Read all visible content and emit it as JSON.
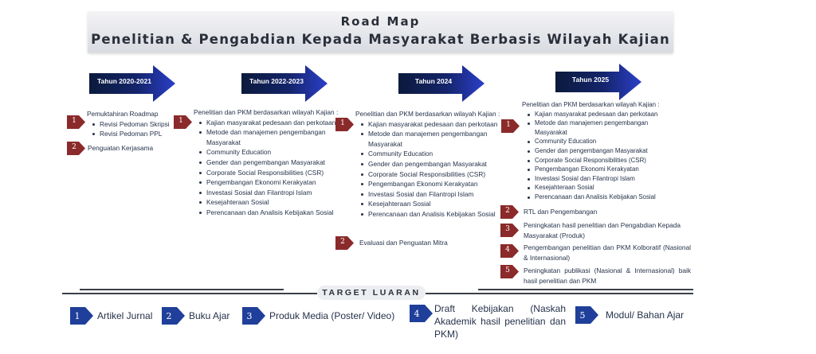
{
  "title": {
    "line1": "Road Map",
    "line2": "Penelitian & Pengabdian Kepada Masyarakat Berbasis Wilayah Kajian"
  },
  "colors": {
    "arrow_dark": "#0b1a3c",
    "arrow_blue": "#2b3fc9",
    "badge_red": "#8b2a2a",
    "badge_blue": "#1f3f9a"
  },
  "years": [
    "Tahun 2020-2021",
    "Tahun 2022-2023",
    "Tahun 2024",
    "Tahun 2025"
  ],
  "columns": [
    {
      "intro": "Pemuktahiran Roadmap",
      "items": [
        "Revisi Pedoman Skripsi",
        "Revisi Pedoman PPL"
      ],
      "extras": [
        "Penguatan Kerjasama"
      ]
    },
    {
      "intro": "Penelitian dan PKM berdasarkan wilayah Kajian :",
      "items": [
        "Kajian masyarakat pedesaan dan perkotaan",
        "Metode dan manajemen pengembangan Masyarakat",
        "Community Education",
        "Gender dan pengembangan Masyarakat",
        "Corporate Social Responsibilities (CSR)",
        "Pengembangan Ekonomi Kerakyatan",
        "Investasi Sosial dan Filantropi Islam",
        "Kesejahteraan Sosial",
        "Perencanaan dan Analisis Kebijakan Sosial"
      ],
      "extras": []
    },
    {
      "intro": "Penelitian dan PKM berdasarkan wilayah Kajian :",
      "items": [
        "Kajian masyarakat pedesaan dan perkotaan",
        "Metode dan manajemen pengembangan Masyarakat",
        "Community Education",
        "Gender dan pengembangan Masyarakat",
        "Corporate Social Responsibilities (CSR)",
        "Pengembangan Ekonomi Kerakyatan",
        "Investasi Sosial dan Filantropi Islam",
        "Kesejahteraan Sosial",
        "Perencanaan dan Analisis Kebijakan Sosial"
      ],
      "extras": [
        "Evaluasi dan Penguatan Mitra"
      ]
    },
    {
      "intro": "Penelitian dan PKM berdasarkan wilayah Kajian :",
      "items": [
        "Kajian masyarakat pedesaan dan perkotaan",
        "Metode dan manajemen pengembangan Masyarakat",
        "Community Education",
        "Gender dan pengembangan Masyarakat",
        "Corporate Social Responsibilities (CSR)",
        "Pengembangan Ekonomi Kerakyatan",
        "Investasi Sosial dan Filantropi Islam",
        "Kesejahteraan Sosial",
        "Perencanaan dan Analisis Kebijakan Sosial"
      ],
      "extras": [
        "RTL dan Pengembangan",
        "Peningkatan hasil penelitian dan Pengabdian Kepada Masyarakat (Produk)",
        "Pengembangan penelitian dan PKM Kolboratif (Nasional & Internasional)",
        "Peningkatan publikasi (Nasional & Internasional) baik hasil penelitian dan PKM"
      ]
    }
  ],
  "target": {
    "label": "TARGET LUARAN",
    "outputs": [
      "Artikel Jurnal",
      "Buku Ajar",
      "Produk Media (Poster/ Video)",
      "Draft Kebijakan (Naskah Akademik hasil penelitian dan PKM)",
      "Modul/ Bahan Ajar"
    ]
  }
}
